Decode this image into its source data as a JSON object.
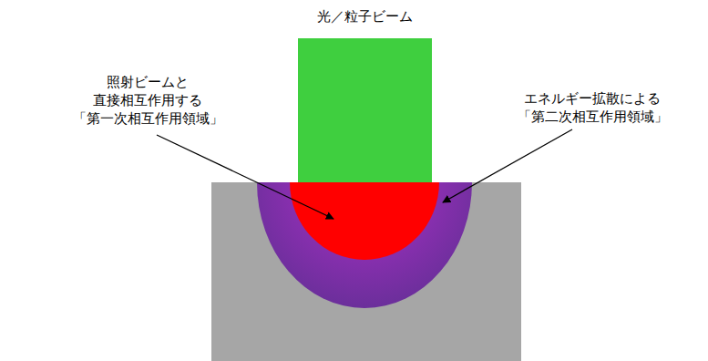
{
  "diagram": {
    "labels": [
      "光／粒子ビーム",
      "照射ビームと 直接相互作用する 「第一次相互作用領域」",
      "エネルギー拡散による 「第二次相互作用領域」"
    ]
  }
}
